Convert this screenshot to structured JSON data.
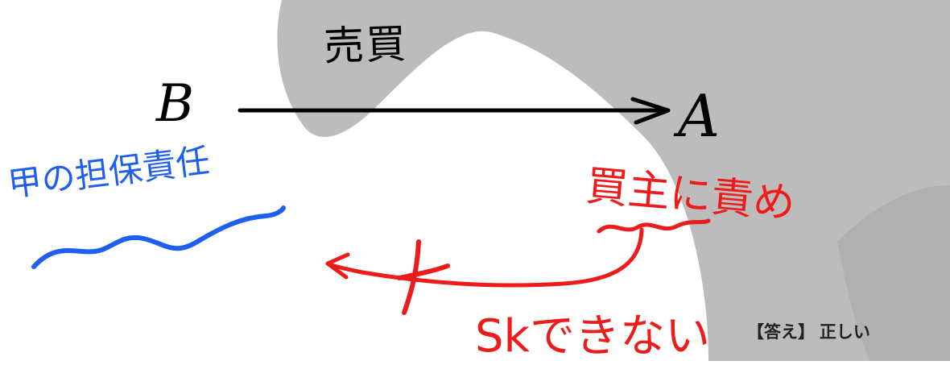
{
  "colors": {
    "background": "#ffffff",
    "shadow": "#b8b8b8",
    "ink_black": "#000000",
    "ink_blue": "#1f5ff0",
    "ink_red": "#ee1b1b"
  },
  "diagram": {
    "title": "売買",
    "node_left": "B",
    "node_right": "A",
    "blue_note": "甲の担保責任",
    "red_note": "買主に責め",
    "cross_mark": "X",
    "cannot_note": "Skできない"
  },
  "answer": {
    "text": "【答え】 正しい"
  }
}
